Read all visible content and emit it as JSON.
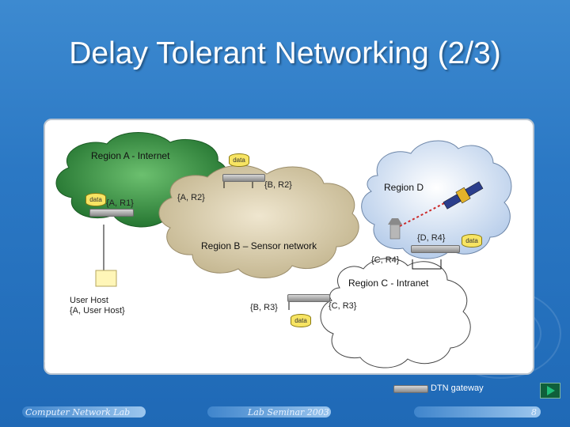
{
  "slide": {
    "title": "Delay Tolerant Networking (2/3)",
    "bullet": "Ø",
    "page_number": "8"
  },
  "footer": {
    "left": "Computer Network Lab",
    "center": "Lab Seminar 2003"
  },
  "diagram": {
    "regions": {
      "a": "Region A - Internet",
      "b": "Region B – Sensor network",
      "c": "Region C - Intranet",
      "d": "Region D"
    },
    "labels": {
      "a_r1": "{A, R1}",
      "a_r2": "{A, R2}",
      "b_r2": "{B, R2}",
      "b_r3": "{B, R3}",
      "c_r3": "{C, R3}",
      "c_r4": "{C, R4}",
      "d_r4": "{D, R4}",
      "user_host": "User Host",
      "user_host_addr": "{A, User Host}"
    },
    "data_label": "data",
    "legend": {
      "gateway": "DTN gateway"
    },
    "colors": {
      "region_a": "#2f8a3a",
      "region_b": "#d6c8a4",
      "region_c": "#ffffff",
      "region_d": "#cfe0f5",
      "data": "#f7e463",
      "link": "#cc2a2a"
    }
  }
}
